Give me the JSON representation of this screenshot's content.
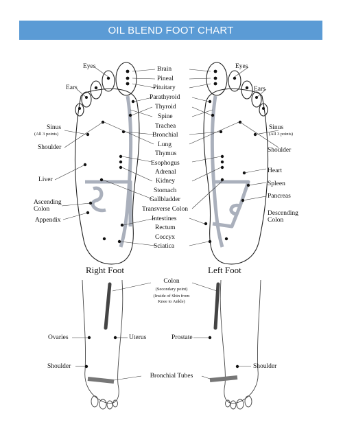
{
  "header": {
    "title": "OIL BLEND FOOT CHART"
  },
  "sole": {
    "center_labels": [
      "Brain",
      "Pineal",
      "Pituitary",
      "Parathyroid",
      "Thyroid",
      "Spine",
      "Trachea",
      "Bronchial",
      "Lung",
      "Thymus",
      "Esophogus",
      "Adrenal",
      "Kidney",
      "Stomach",
      "Gallbladder",
      "Transverse Colon",
      "Intestines",
      "Rectum",
      "Coccyx",
      "Sciatica"
    ],
    "right_foot_labels": {
      "eyes": "Eyes",
      "ears": "Ears",
      "sinus": "Sinus",
      "sinus_note": "(All 3 points)",
      "shoulder": "Shoulder",
      "liver": "Liver",
      "ascending_colon": "Ascending Colon",
      "appendix": "Appendix"
    },
    "left_foot_labels": {
      "eyes": "Eyes",
      "ears": "Ears",
      "sinus": "Sinus",
      "sinus_note": "(All 3 points)",
      "shoulder": "Shoulder",
      "heart": "Heart",
      "spleen": "Spleen",
      "pancreas": "Pancreas",
      "descending_colon": "Descending Colon"
    },
    "right_foot_title": "Right Foot",
    "left_foot_title": "Left Foot"
  },
  "legs": {
    "colon": "Colon",
    "colon_note_1": "(Secondary point)",
    "colon_note_2": "(Inside of Shin from",
    "colon_note_3": "Knee to Ankle)",
    "ovaries": "Ovaries",
    "uterus": "Uterus",
    "prostate": "Prostate",
    "shoulder_left": "Shoulder",
    "shoulder_right": "Shoulder",
    "bronchial_tubes": "Bronchial Tubes"
  },
  "colors": {
    "title_bar": "#5b9bd5",
    "ink": "#111111",
    "colon_band": "#aab0bc"
  }
}
